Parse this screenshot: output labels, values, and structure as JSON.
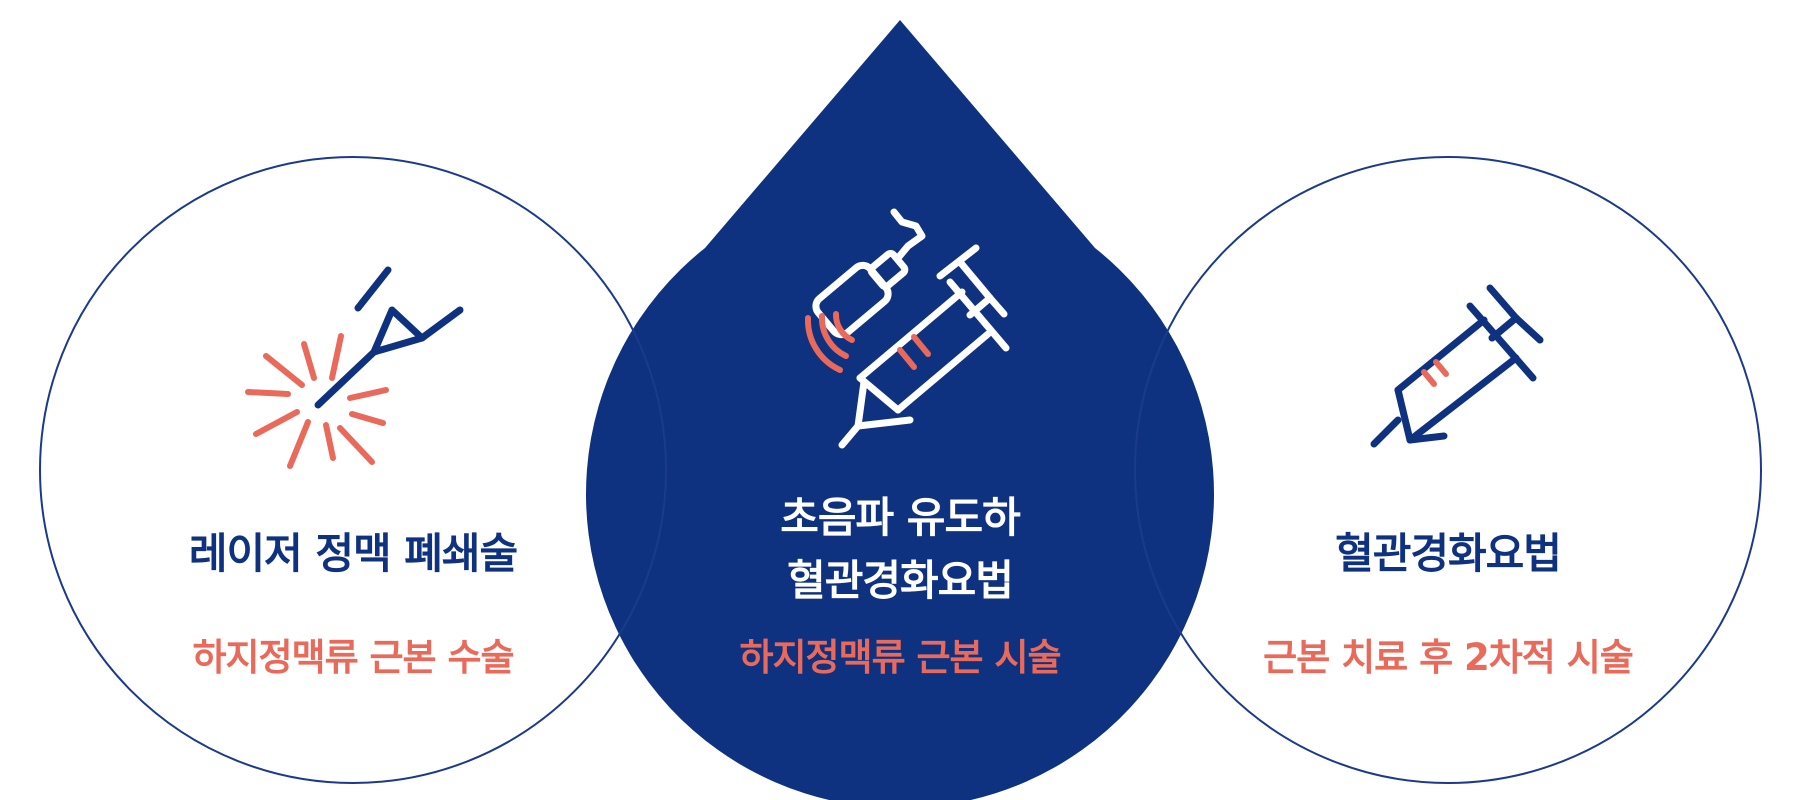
{
  "colors": {
    "navy": "#0f3280",
    "coral": "#e9695a",
    "white": "#ffffff"
  },
  "cards": [
    {
      "title": "레이저 정맥 폐쇄술",
      "subtitle": "하지정맥류 근본 수술",
      "icon": "laser-icon"
    },
    {
      "title_lines": [
        "초음파 유도하",
        "혈관경화요법"
      ],
      "subtitle": "하지정맥류 근본 시술",
      "icon": "ultrasound-syringe-icon",
      "highlighted": true
    },
    {
      "title": "혈관경화요법",
      "subtitle": "근본 치료 후 2차적 시술",
      "icon": "syringe-icon"
    }
  ]
}
